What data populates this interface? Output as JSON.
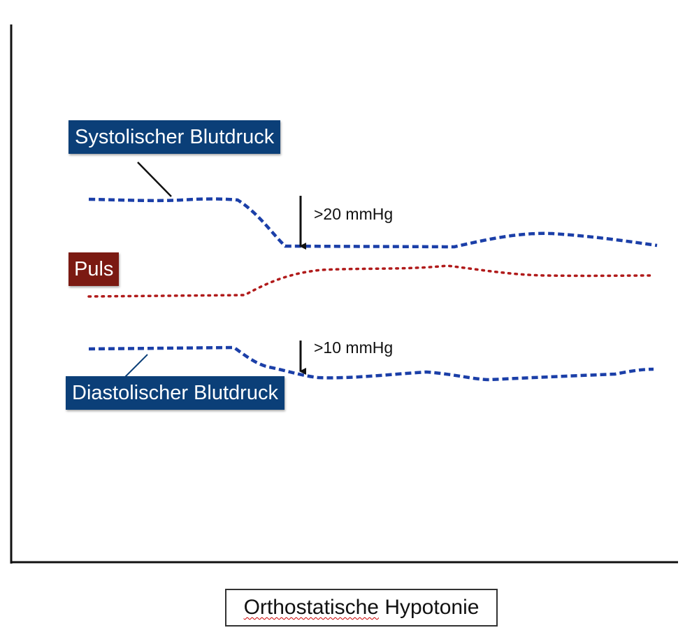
{
  "labels": {
    "systolic": "Systolischer Blutdruck",
    "pulse": "Puls",
    "diastolic": "Diastolischer Blutdruck"
  },
  "annotations": {
    "systolic_drop": ">20 mmHg",
    "diastolic_drop": ">10 mmHg"
  },
  "title": {
    "word1": "Orthostatische",
    "word2": "Hypotonie"
  },
  "colors": {
    "blood_pressure_line": "#1b3fa8",
    "pulse_line": "#b01a1a",
    "label_blue": "#0b3f78",
    "label_red": "#7b1a12",
    "axis": "#111111"
  }
}
